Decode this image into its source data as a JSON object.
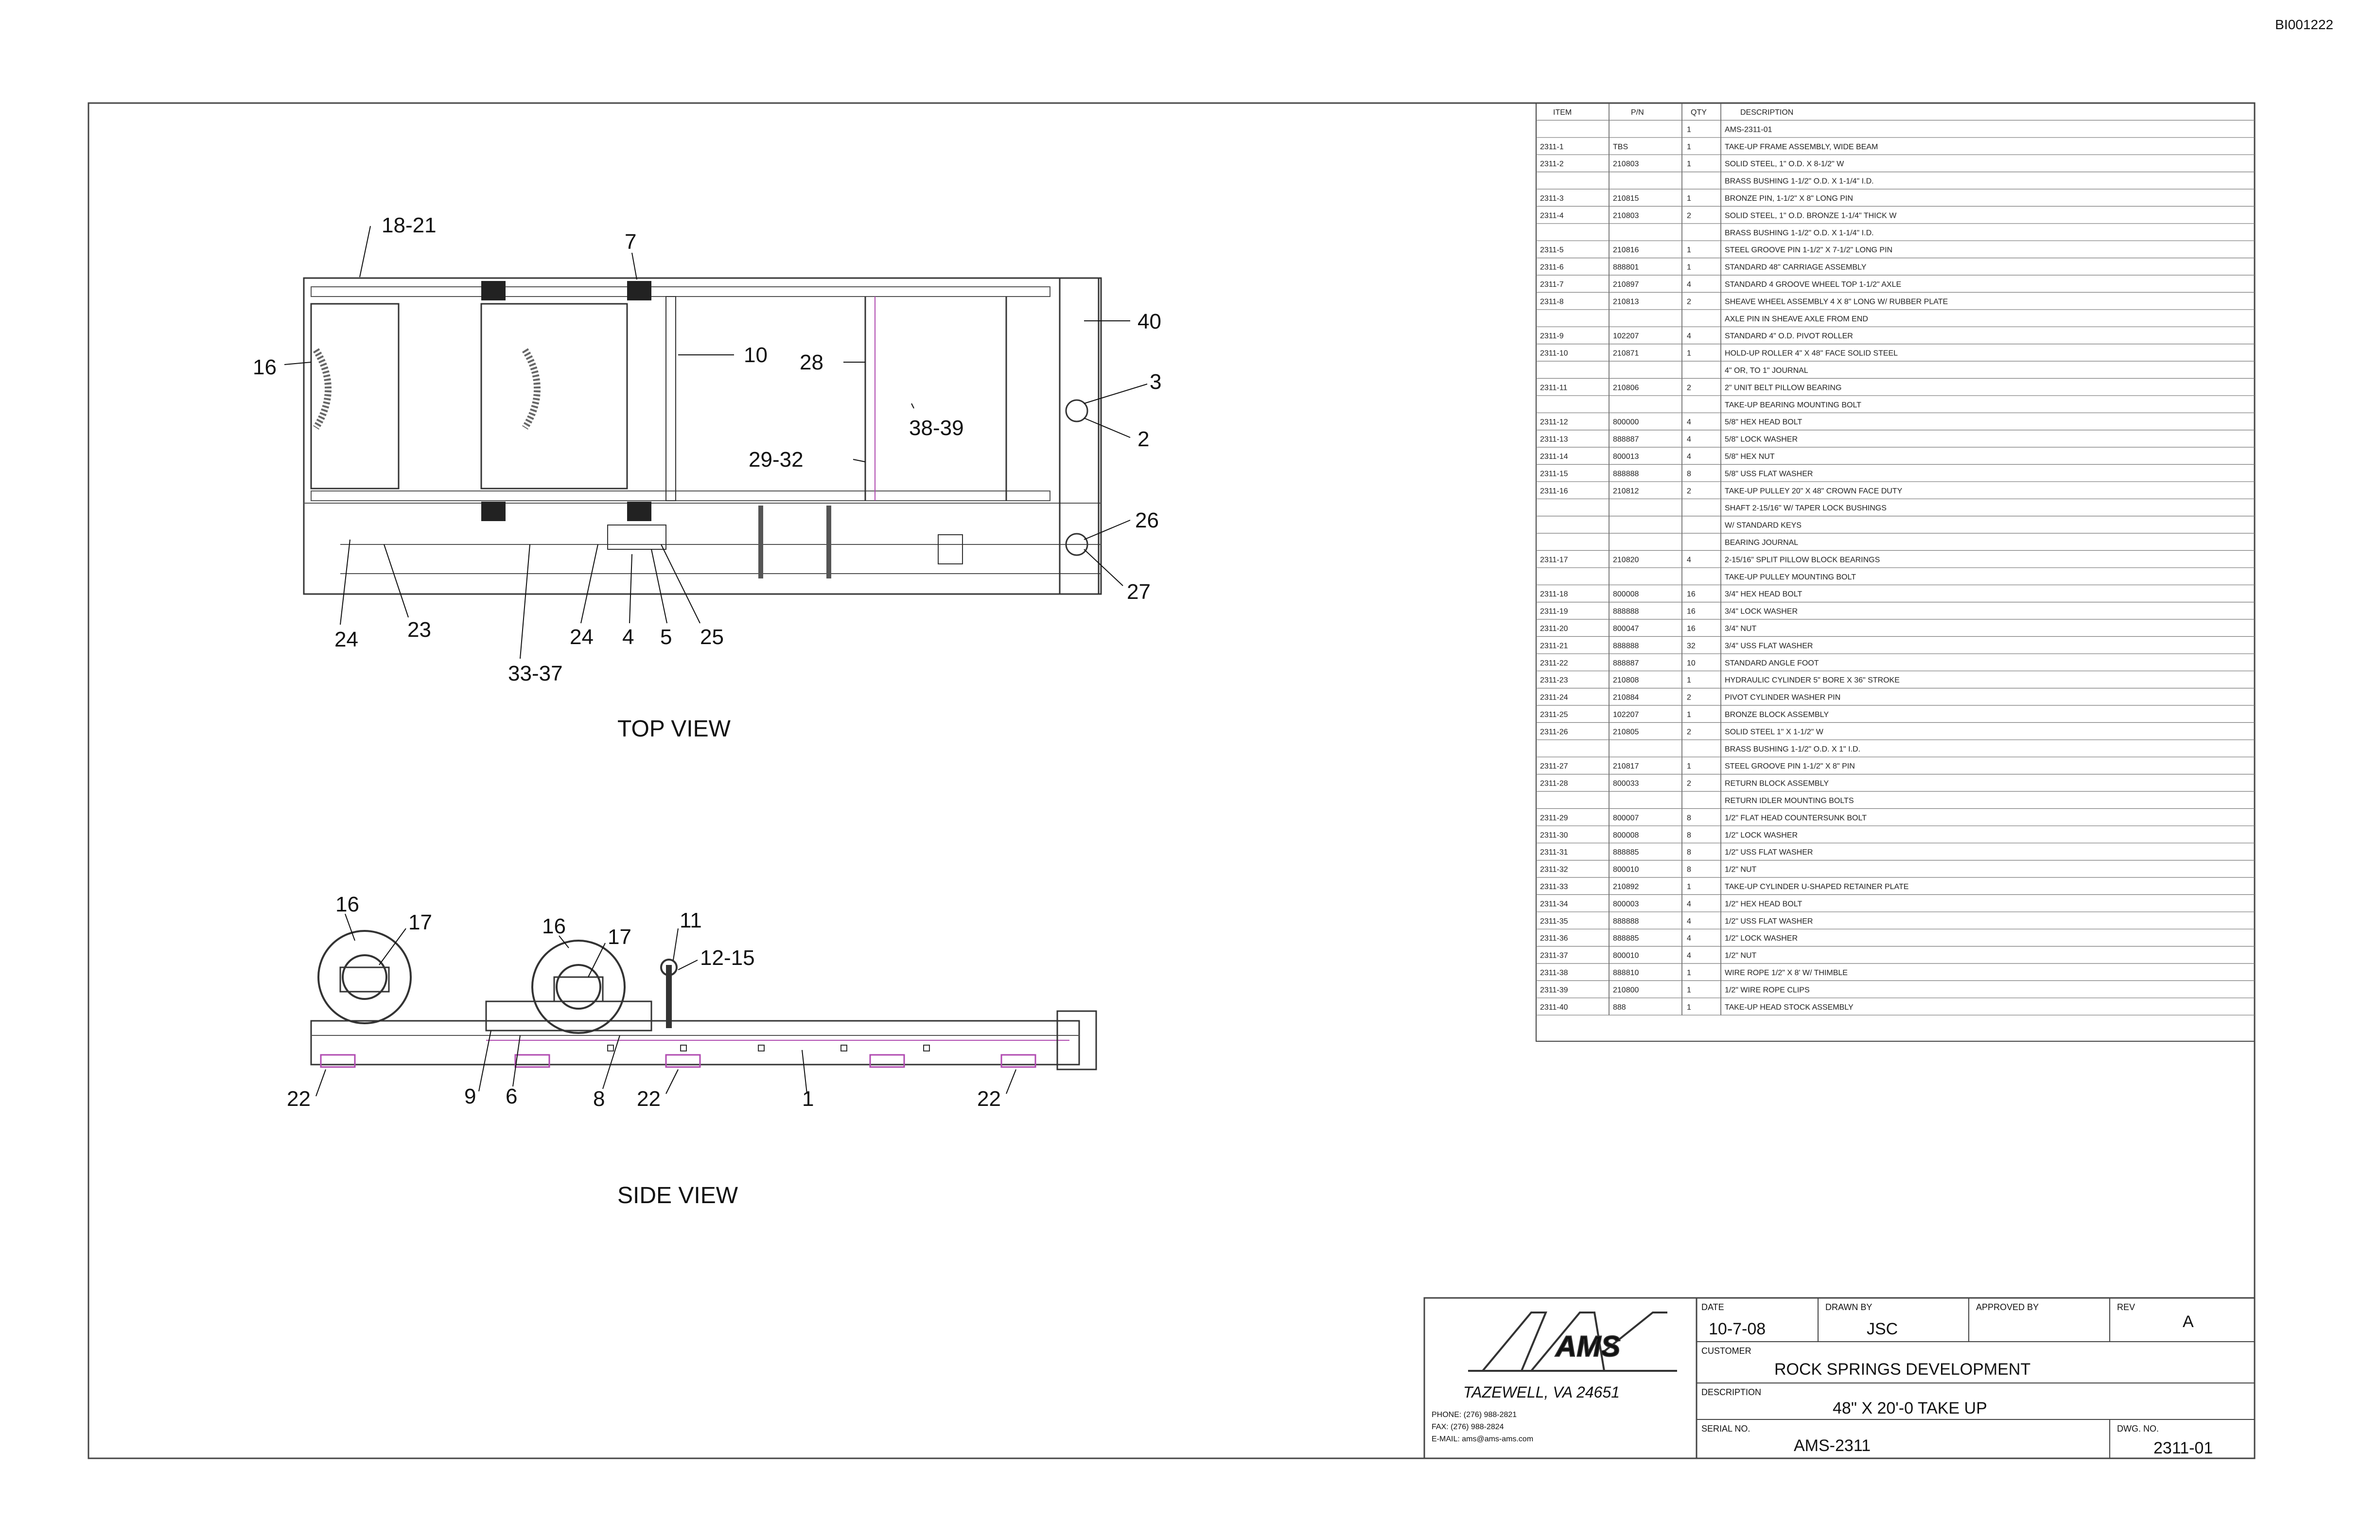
{
  "doc_id": "BI001222",
  "views": {
    "top": {
      "title": "TOP VIEW",
      "callouts": [
        "18-21",
        "7",
        "16",
        "10",
        "28",
        "40",
        "3",
        "38-39",
        "2",
        "29-32",
        "26",
        "27",
        "24",
        "23",
        "24",
        "4",
        "5",
        "25",
        "33-37"
      ]
    },
    "side": {
      "title": "SIDE VIEW",
      "callouts": [
        "16",
        "17",
        "16",
        "17",
        "11",
        "12-15",
        "22",
        "9",
        "6",
        "8",
        "22",
        "1",
        "22"
      ]
    }
  },
  "bom": {
    "headers": [
      "ITEM",
      "P/N",
      "QTY",
      "DESCRIPTION"
    ],
    "rows": [
      [
        "",
        "",
        "1",
        "AMS-2311-01"
      ],
      [
        "2311-1",
        "TBS",
        "1",
        "TAKE-UP FRAME ASSEMBLY, WIDE BEAM"
      ],
      [
        "2311-2",
        "210803",
        "1",
        "SOLID STEEL, 1\" O.D. X 8-1/2\" W"
      ],
      [
        "",
        "",
        "",
        "BRASS BUSHING 1-1/2\" O.D. X 1-1/4\" I.D."
      ],
      [
        "2311-3",
        "210815",
        "1",
        "BRONZE PIN, 1-1/2\" X 8\" LONG PIN"
      ],
      [
        "2311-4",
        "210803",
        "2",
        "SOLID STEEL, 1\" O.D. BRONZE 1-1/4\" THICK W"
      ],
      [
        "",
        "",
        "",
        "BRASS BUSHING 1-1/2\" O.D. X 1-1/4\" I.D."
      ],
      [
        "2311-5",
        "210816",
        "1",
        "STEEL GROOVE PIN 1-1/2\" X 7-1/2\" LONG PIN"
      ],
      [
        "2311-6",
        "888801",
        "1",
        "STANDARD 48\" CARRIAGE ASSEMBLY"
      ],
      [
        "2311-7",
        "210897",
        "4",
        "STANDARD 4 GROOVE WHEEL TOP 1-1/2\" AXLE"
      ],
      [
        "2311-8",
        "210813",
        "2",
        "SHEAVE WHEEL ASSEMBLY 4 X 8\" LONG W/ RUBBER PLATE"
      ],
      [
        "",
        "",
        "",
        "AXLE PIN IN SHEAVE AXLE FROM END"
      ],
      [
        "2311-9",
        "102207",
        "4",
        "STANDARD 4\" O.D. PIVOT ROLLER"
      ],
      [
        "2311-10",
        "210871",
        "1",
        "HOLD-UP ROLLER 4\" X 48\" FACE SOLID STEEL"
      ],
      [
        "",
        "",
        "",
        "4\" OR, TO 1\" JOURNAL"
      ],
      [
        "2311-11",
        "210806",
        "2",
        "2\" UNIT BELT PILLOW BEARING"
      ],
      [
        "",
        "",
        "",
        "TAKE-UP BEARING MOUNTING BOLT"
      ],
      [
        "2311-12",
        "800000",
        "4",
        "5/8\" HEX HEAD BOLT"
      ],
      [
        "2311-13",
        "888887",
        "4",
        "5/8\" LOCK WASHER"
      ],
      [
        "2311-14",
        "800013",
        "4",
        "5/8\" HEX NUT"
      ],
      [
        "2311-15",
        "888888",
        "8",
        "5/8\" USS FLAT WASHER"
      ],
      [
        "2311-16",
        "210812",
        "2",
        "TAKE-UP PULLEY 20\" X 48\" CROWN FACE DUTY"
      ],
      [
        "",
        "",
        "",
        "SHAFT 2-15/16\" W/ TAPER LOCK BUSHINGS"
      ],
      [
        "",
        "",
        "",
        "W/ STANDARD KEYS"
      ],
      [
        "",
        "",
        "",
        "BEARING JOURNAL"
      ],
      [
        "2311-17",
        "210820",
        "4",
        "2-15/16\" SPLIT PILLOW BLOCK BEARINGS"
      ],
      [
        "",
        "",
        "",
        "TAKE-UP PULLEY MOUNTING BOLT"
      ],
      [
        "2311-18",
        "800008",
        "16",
        "3/4\" HEX HEAD BOLT"
      ],
      [
        "2311-19",
        "888888",
        "16",
        "3/4\" LOCK WASHER"
      ],
      [
        "2311-20",
        "800047",
        "16",
        "3/4\" NUT"
      ],
      [
        "2311-21",
        "888888",
        "32",
        "3/4\" USS FLAT WASHER"
      ],
      [
        "2311-22",
        "888887",
        "10",
        "STANDARD ANGLE FOOT"
      ],
      [
        "2311-23",
        "210808",
        "1",
        "HYDRAULIC CYLINDER 5\" BORE X 36\" STROKE"
      ],
      [
        "2311-24",
        "210884",
        "2",
        "PIVOT CYLINDER WASHER PIN"
      ],
      [
        "2311-25",
        "102207",
        "1",
        "BRONZE BLOCK ASSEMBLY"
      ],
      [
        "2311-26",
        "210805",
        "2",
        "SOLID STEEL 1\" X 1-1/2\" W"
      ],
      [
        "",
        "",
        "",
        "BRASS BUSHING 1-1/2\" O.D. X 1\" I.D."
      ],
      [
        "2311-27",
        "210817",
        "1",
        "STEEL GROOVE PIN 1-1/2\" X 8\" PIN"
      ],
      [
        "2311-28",
        "800033",
        "2",
        "RETURN BLOCK ASSEMBLY"
      ],
      [
        "",
        "",
        "",
        "RETURN IDLER MOUNTING BOLTS"
      ],
      [
        "2311-29",
        "800007",
        "8",
        "1/2\" FLAT HEAD COUNTERSUNK BOLT"
      ],
      [
        "2311-30",
        "800008",
        "8",
        "1/2\" LOCK WASHER"
      ],
      [
        "2311-31",
        "888885",
        "8",
        "1/2\" USS FLAT WASHER"
      ],
      [
        "2311-32",
        "800010",
        "8",
        "1/2\" NUT"
      ],
      [
        "2311-33",
        "210892",
        "1",
        "TAKE-UP CYLINDER U-SHAPED RETAINER PLATE"
      ],
      [
        "2311-34",
        "800003",
        "4",
        "1/2\" HEX HEAD BOLT"
      ],
      [
        "2311-35",
        "888888",
        "4",
        "1/2\" USS FLAT WASHER"
      ],
      [
        "2311-36",
        "888885",
        "4",
        "1/2\" LOCK WASHER"
      ],
      [
        "2311-37",
        "800010",
        "4",
        "1/2\" NUT"
      ],
      [
        "2311-38",
        "888810",
        "1",
        "WIRE ROPE 1/2\" X 8' W/ THIMBLE"
      ],
      [
        "2311-39",
        "210800",
        "1",
        "1/2\" WIRE ROPE CLIPS"
      ],
      [
        "2311-40",
        "888",
        "1",
        "TAKE-UP HEAD STOCK ASSEMBLY"
      ]
    ]
  },
  "title_block": {
    "logo": "AMS",
    "location": "TAZEWELL, VA 24651",
    "phone_lines": [
      "PHONE: (276) 988-2821",
      "FAX: (276) 988-2824",
      "E-MAIL: ams@ams-ams.com"
    ],
    "date_label": "DATE",
    "date": "10-7-08",
    "drawn_by_label": "DRAWN BY",
    "drawn_by": "JSC",
    "approved_by_label": "APPROVED BY",
    "approved_by": "",
    "rev_label": "REV",
    "rev": "A",
    "customer_label": "CUSTOMER",
    "customer": "ROCK SPRINGS DEVELOPMENT",
    "description_label": "DESCRIPTION",
    "description": "48\" X 20'-0 TAKE UP",
    "serial_label": "SERIAL NO.",
    "serial": "AMS-2311",
    "dwg_label": "DWG. NO.",
    "dwg": "2311-01"
  }
}
